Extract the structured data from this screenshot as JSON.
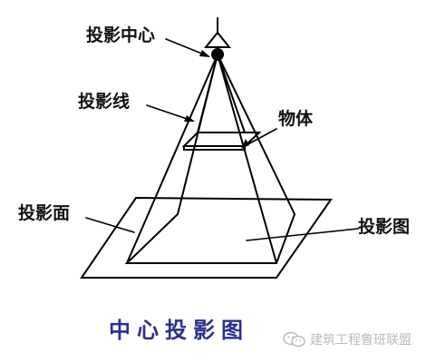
{
  "labels": {
    "center": "投影中心",
    "ray": "投影线",
    "object": "物体",
    "plane": "投影面",
    "image": "投影图"
  },
  "caption": "中心投影图",
  "watermark": {
    "text": "建筑工程鲁班联盟",
    "icon": "wechat-icon"
  },
  "colors": {
    "line": "#000000",
    "caption": "#2b2f8f",
    "watermark": "#bbbbbb"
  }
}
